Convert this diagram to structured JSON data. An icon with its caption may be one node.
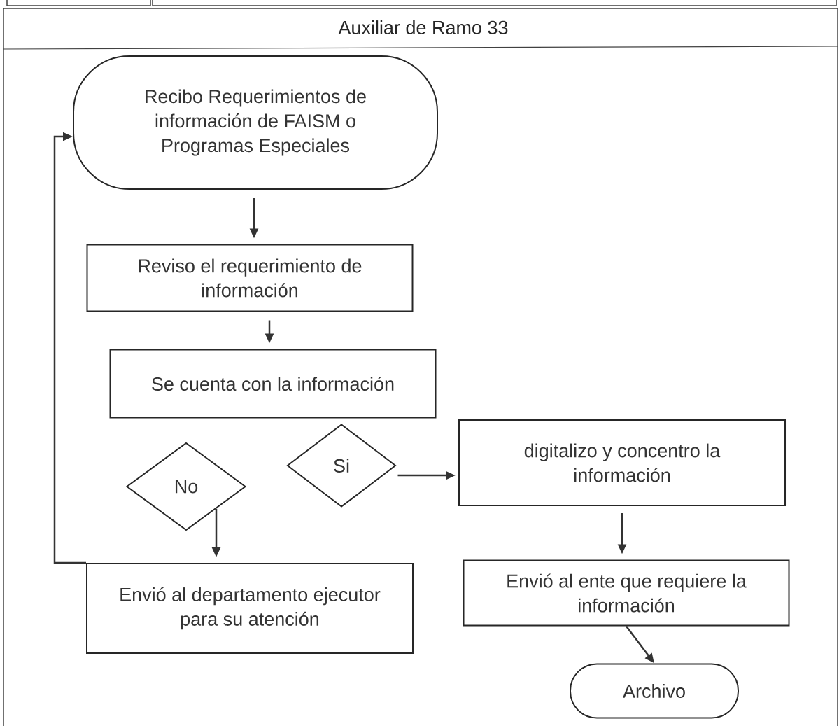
{
  "diagram": {
    "title": "Auxiliar de Ramo 33",
    "nodes": [
      {
        "text": [
          "Recibo Requerimientos de información de FAISM o Programas Especiales"
        ]
      },
      {
        "text": [
          "Reviso el requerimiento de información"
        ]
      },
      {
        "text": [
          "Se cuenta con la información"
        ]
      },
      {
        "text": [
          "No"
        ]
      },
      {
        "text": [
          "Si"
        ]
      },
      {
        "text": [
          "digitalizo y concentro la información"
        ]
      },
      {
        "text": [
          "Envió al departamento ejecutor para su atención"
        ]
      },
      {
        "text": [
          "Envió al ente que requiere la información"
        ]
      },
      {
        "text": [
          "Archivo"
        ]
      }
    ],
    "edges": [
      {
        "from": 0,
        "to": 1,
        "arrow": "to"
      },
      {
        "from": 1,
        "to": 2,
        "arrow": "to"
      },
      {
        "from": 3,
        "to": 6,
        "arrow": "to"
      },
      {
        "from": 6,
        "to": 0,
        "arrow": "to"
      },
      {
        "from": 4,
        "to": 5,
        "arrow": "to"
      },
      {
        "from": 5,
        "to": 7,
        "arrow": "to"
      },
      {
        "from": 7,
        "to": 8,
        "arrow": "to"
      }
    ]
  }
}
